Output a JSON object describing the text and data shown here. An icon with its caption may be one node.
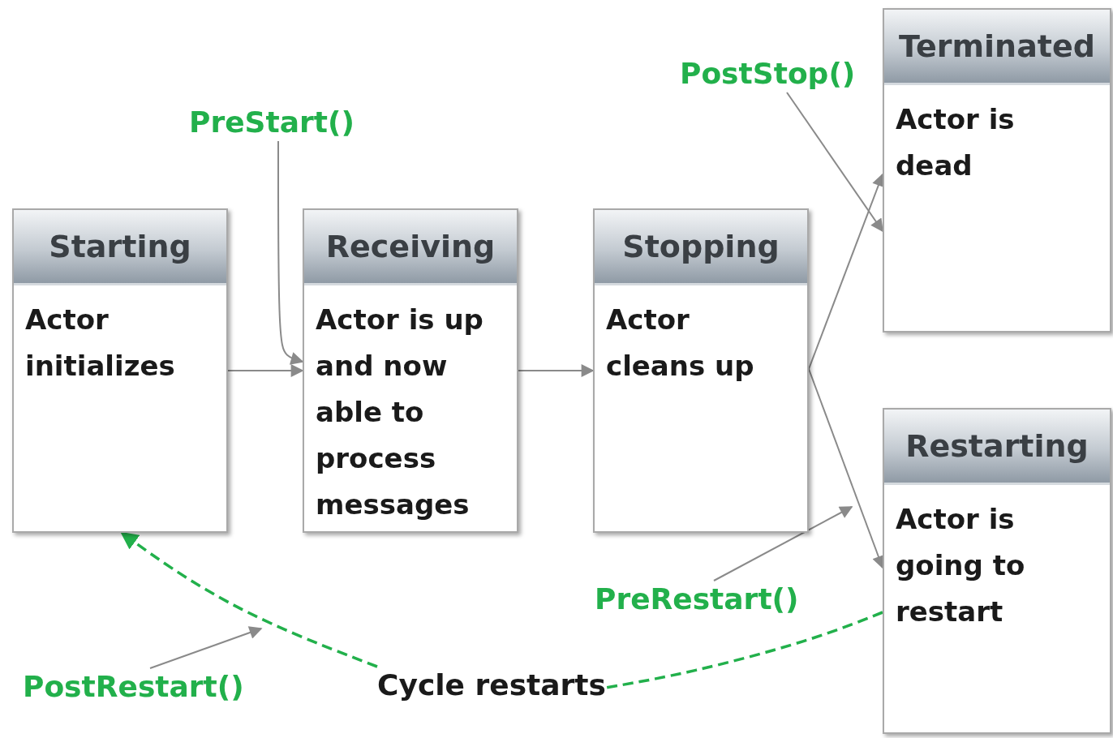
{
  "diagram": {
    "nodes": [
      {
        "text": [
          "Starting",
          "Actor initializes"
        ]
      },
      {
        "text": [
          "Receiving",
          "Actor is up and now able to process messages"
        ]
      },
      {
        "text": [
          "Stopping",
          "Actor cleans up"
        ]
      },
      {
        "text": [
          "Terminated",
          "Actor is dead"
        ]
      },
      {
        "text": [
          "Restarting",
          "Actor is going to restart"
        ]
      },
      {
        "text": [
          "PreStart()"
        ]
      },
      {
        "text": [
          "PostStop()"
        ]
      },
      {
        "text": [
          "PreRestart()"
        ]
      },
      {
        "text": [
          "PostRestart()"
        ]
      },
      {
        "text": [
          "Cycle restarts"
        ]
      }
    ],
    "edges": [
      {
        "from": 0,
        "to": 1,
        "arrow": "to"
      },
      {
        "from": 1,
        "to": 2,
        "arrow": "to"
      },
      {
        "from": 2,
        "to": 3,
        "arrow": "to"
      },
      {
        "from": 2,
        "to": 4,
        "arrow": "to"
      },
      {
        "from": 4,
        "to": 9,
        "arrow": "none",
        "style": "dashed",
        "color": "#22b04b"
      },
      {
        "from": 9,
        "to": 0,
        "arrow": "to",
        "style": "dashed",
        "color": "#22b04b"
      },
      {
        "from": 5,
        "to": 1,
        "arrow": "to"
      },
      {
        "from": 6,
        "to": 3,
        "arrow": "to"
      },
      {
        "from": 7,
        "to": null,
        "arrow": "to"
      },
      {
        "from": 8,
        "to": null,
        "arrow": "to"
      }
    ]
  }
}
